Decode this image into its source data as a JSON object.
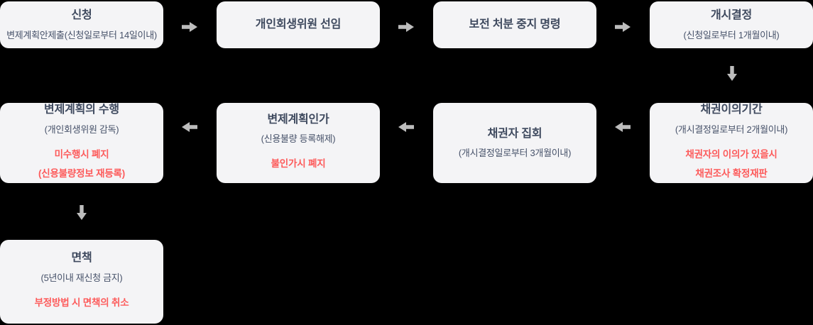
{
  "colors": {
    "bg": "#000000",
    "box": "#f4f4f6",
    "title": "#3e495e",
    "sub": "#47526a",
    "warn": "#fd5b5b",
    "arrow": "#bdbdbd"
  },
  "flow": {
    "nodes": [
      {
        "title": "신청",
        "sub": "변제계획안제출(신청일로부터 14일이내)"
      },
      {
        "title": "개인회생위원 선임"
      },
      {
        "title": "보전 처분 중지 명령"
      },
      {
        "title": "개시결정",
        "sub": "(신청일로부터 1개월이내)"
      },
      {
        "title": "채권이의기간",
        "sub": "(개시결정일로부터 2개월이내)",
        "warn": [
          "채권자의 이의가 있을시",
          "채권조사 확정재판"
        ]
      },
      {
        "title": "채권자 집회",
        "sub": "(개시결정일로부터 3개월이내)"
      },
      {
        "title": "변제계획인가",
        "sub": "(신용불량 등록해제)",
        "warn": [
          "불인가시 폐지"
        ]
      },
      {
        "title": "변제계획의 수행",
        "sub": "(개인회생위원 감독)",
        "warn": [
          "미수행시 폐지",
          "(신용불량정보 재등록)"
        ]
      },
      {
        "title": "면책",
        "sub": "(5년이내 재신청 금지)",
        "warn": [
          "부정방법 시 면책의 취소"
        ]
      }
    ]
  }
}
